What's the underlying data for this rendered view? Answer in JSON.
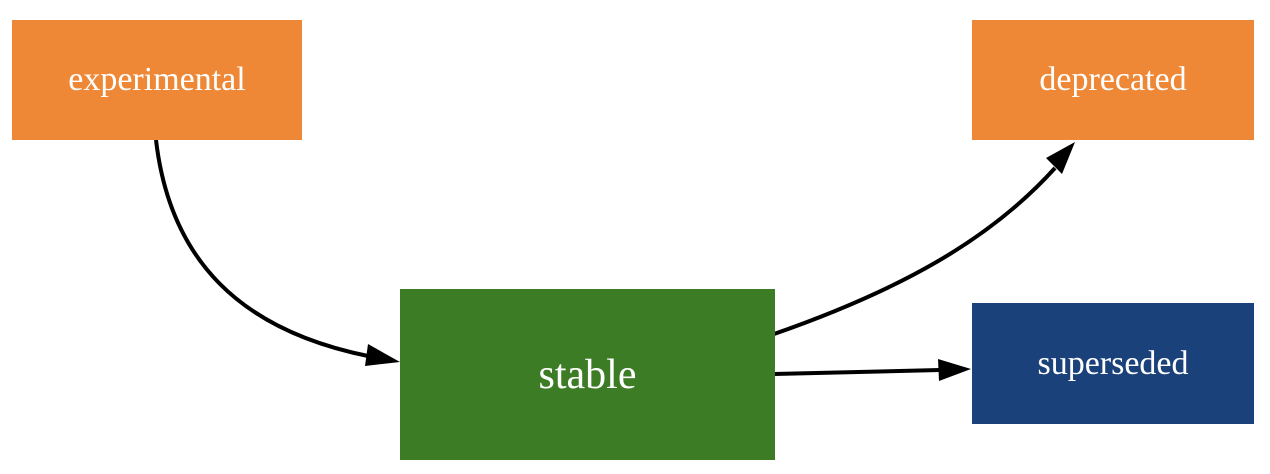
{
  "diagram": {
    "type": "state-flow",
    "nodes": [
      {
        "id": "experimental",
        "label": "experimental",
        "color": "#EE8836"
      },
      {
        "id": "stable",
        "label": "stable",
        "color": "#3B7C25"
      },
      {
        "id": "deprecated",
        "label": "deprecated",
        "color": "#EE8836"
      },
      {
        "id": "superseded",
        "label": "superseded",
        "color": "#1B417B"
      }
    ],
    "edges": [
      {
        "from": "experimental",
        "to": "stable"
      },
      {
        "from": "stable",
        "to": "deprecated"
      },
      {
        "from": "stable",
        "to": "superseded"
      }
    ]
  }
}
